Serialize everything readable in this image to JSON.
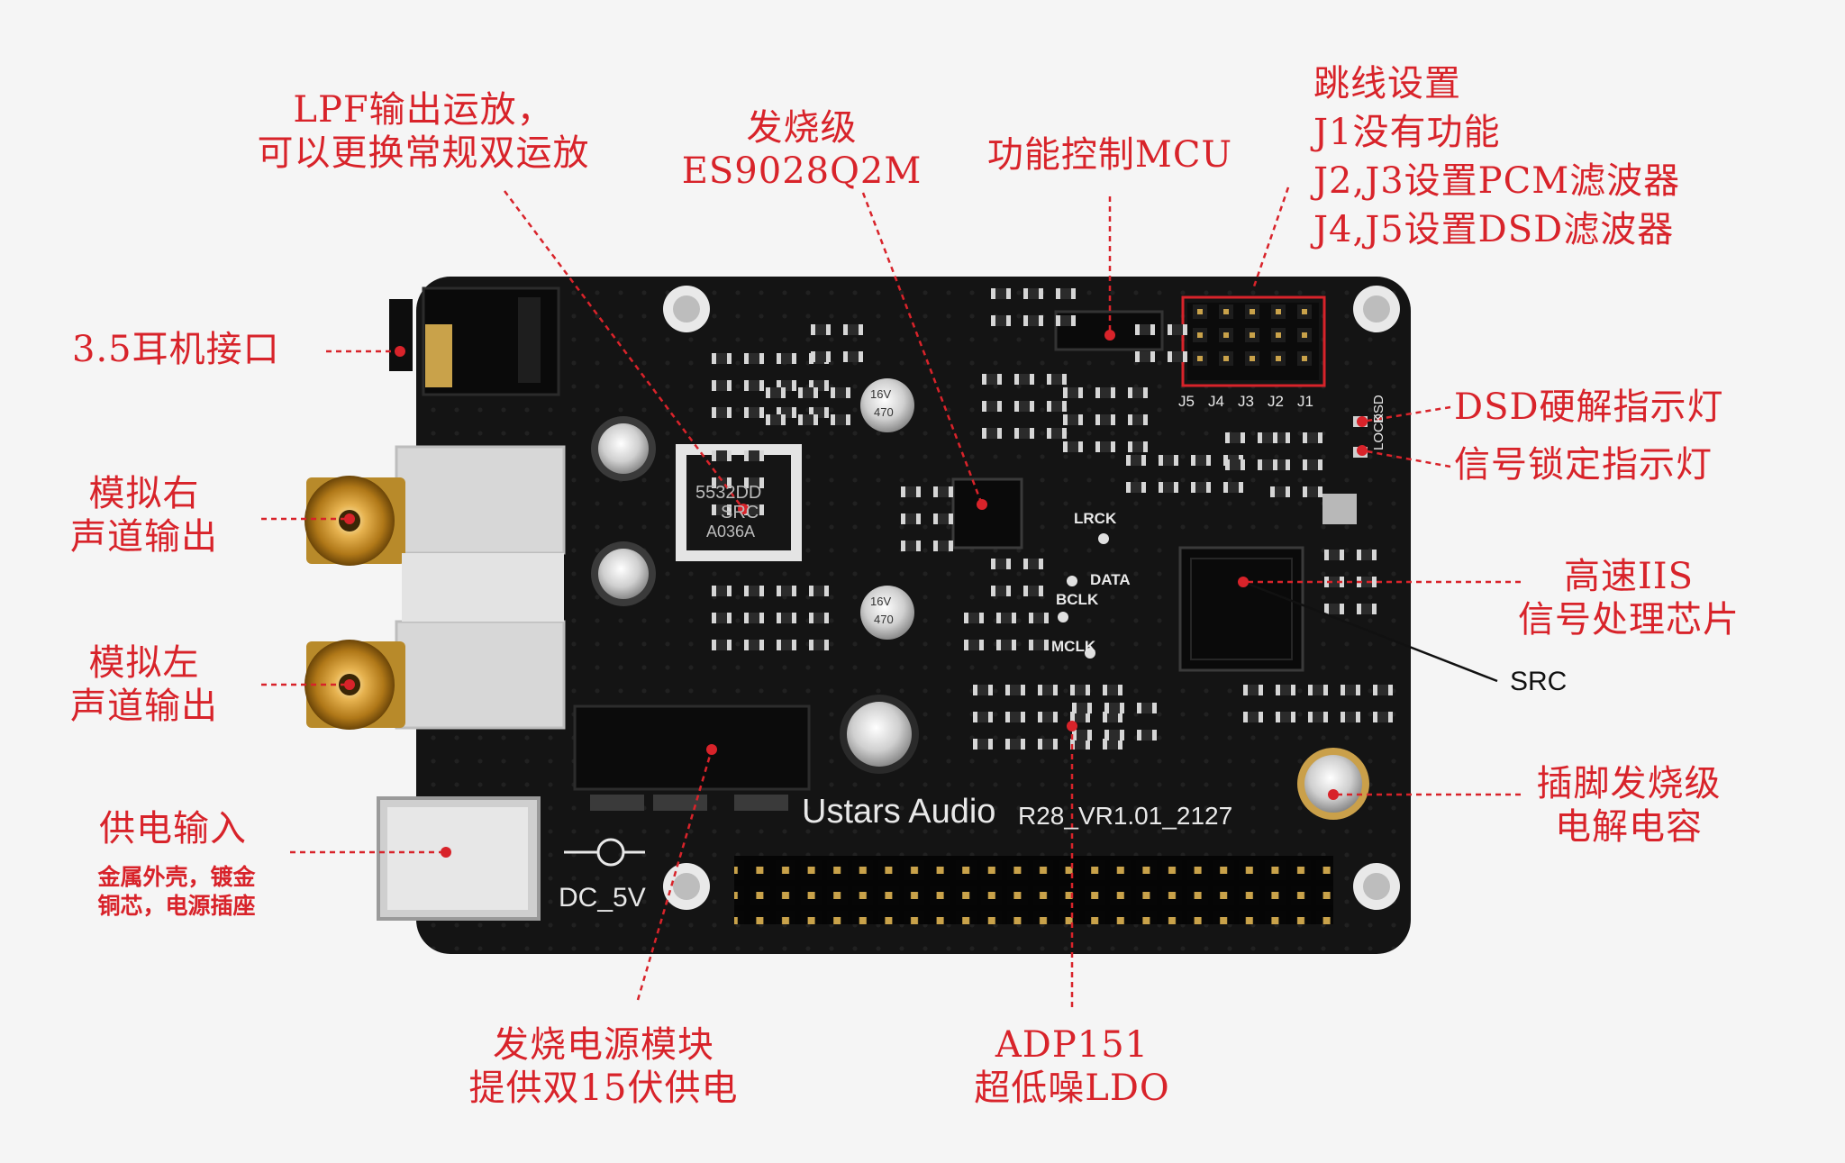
{
  "colors": {
    "annotation": "#d8232a",
    "board": "#141414",
    "silkscreen": "#e8e8e8",
    "gold": "#d9a441"
  },
  "labels": {
    "lpf": {
      "line1": "LPF输出运放，",
      "line2": "可以更换常规双运放"
    },
    "dac": {
      "line1": "发烧级",
      "line2": "ES9028Q2M"
    },
    "mcu": {
      "line1": "功能控制MCU"
    },
    "jumper": {
      "line1": "跳线设置",
      "line2": "J1没有功能",
      "line3": "J2,J3设置PCM滤波器",
      "line4": "J4,J5设置DSD滤波器"
    },
    "headphone": {
      "line1": "3.5耳机接口"
    },
    "dsd_led": {
      "line1": "DSD硬解指示灯"
    },
    "lock_led": {
      "line1": "信号锁定指示灯"
    },
    "right_out": {
      "line1": "模拟右",
      "line2": "声道输出"
    },
    "left_out": {
      "line1": "模拟左",
      "line2": "声道输出"
    },
    "iis": {
      "line1": "高速IIS",
      "line2": "信号处理芯片"
    },
    "src": {
      "line1": "SRC"
    },
    "power_in": {
      "line1": "供电输入",
      "sub1": "金属外壳，镀金",
      "sub2": "铜芯，电源插座"
    },
    "cap": {
      "line1": "插脚发烧级",
      "line2": "电解电容"
    },
    "psu": {
      "line1": "发烧电源模块",
      "line2": "提供双15伏供电"
    },
    "ldo": {
      "line1": "ADP151",
      "line2": "超低噪LDO"
    }
  },
  "board": {
    "brand": "Ustars Audio",
    "version": "R28_VR1.01_2127",
    "power_mark": "DC_5V",
    "jumpers": [
      "J5",
      "J4",
      "J3",
      "J2",
      "J1"
    ],
    "signals": [
      "LRCK",
      "DATA",
      "BCLK",
      "MCLK"
    ],
    "leds": [
      "LOCK",
      "DSD"
    ],
    "opamp_text": [
      "5532DD",
      "SRC",
      "A036A"
    ],
    "cap_text": [
      "16V",
      "470",
      "16V",
      "470"
    ]
  }
}
